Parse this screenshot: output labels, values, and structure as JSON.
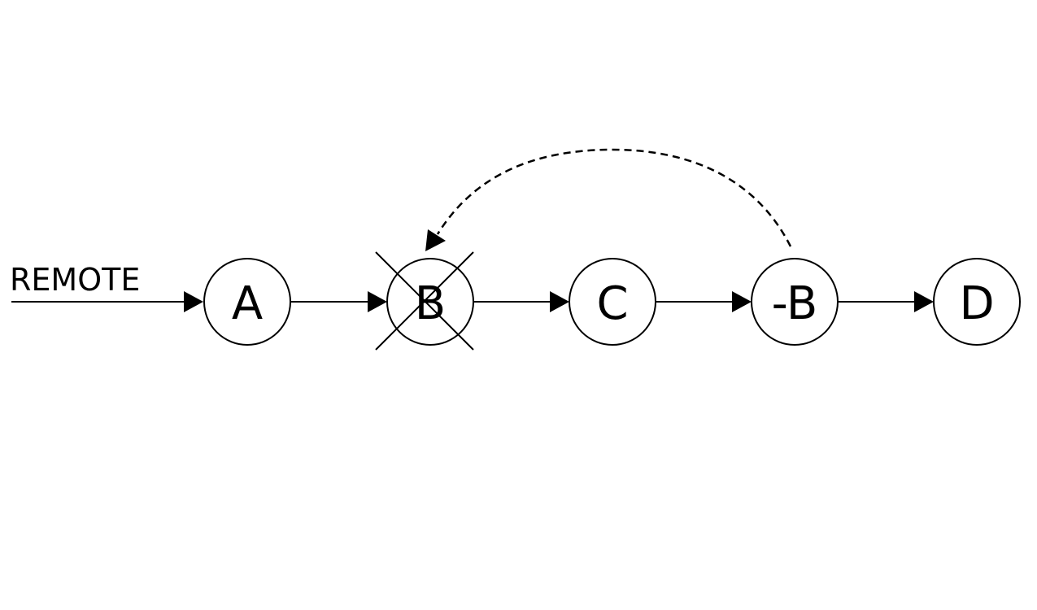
{
  "diagram": {
    "remote_label": "REMOTE",
    "nodes": [
      {
        "id": "a",
        "label": "A"
      },
      {
        "id": "b",
        "label": "B",
        "crossed_out": true
      },
      {
        "id": "c",
        "label": "C"
      },
      {
        "id": "neg-b",
        "label": "-B"
      },
      {
        "id": "d",
        "label": "D"
      }
    ],
    "edges": [
      {
        "from": "remote",
        "to": "a"
      },
      {
        "from": "a",
        "to": "b"
      },
      {
        "from": "b",
        "to": "c"
      },
      {
        "from": "c",
        "to": "neg-b"
      },
      {
        "from": "neg-b",
        "to": "d"
      }
    ],
    "revert_link": {
      "from": "neg-b",
      "to": "b",
      "style": "dashed"
    }
  }
}
